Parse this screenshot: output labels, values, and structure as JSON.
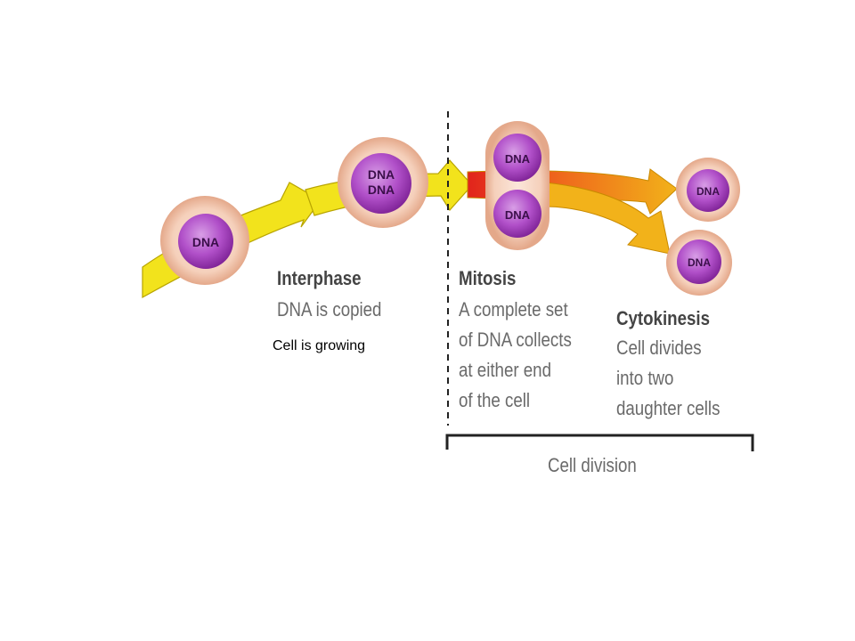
{
  "cell_label": "DNA",
  "phases": {
    "interphase": {
      "title": "Interphase",
      "lines": [
        "DNA is copied"
      ]
    },
    "mitosis": {
      "title": "Mitosis",
      "lines": [
        "A complete set",
        "of DNA collects",
        "at either end",
        "of the cell"
      ]
    },
    "cytokinesis": {
      "title": "Cytokinesis",
      "lines": [
        "Cell divides",
        "into two",
        "daughter cells"
      ]
    }
  },
  "note": "Cell is growing",
  "bracket_label": "Cell division",
  "colors": {
    "arrow_yellow": "#f2e31c",
    "arrow_orange": "#f0a21a",
    "arrow_red": "#e5241e",
    "cell_outer": "#f2c7ae",
    "nucleus": "#a53fc0"
  }
}
